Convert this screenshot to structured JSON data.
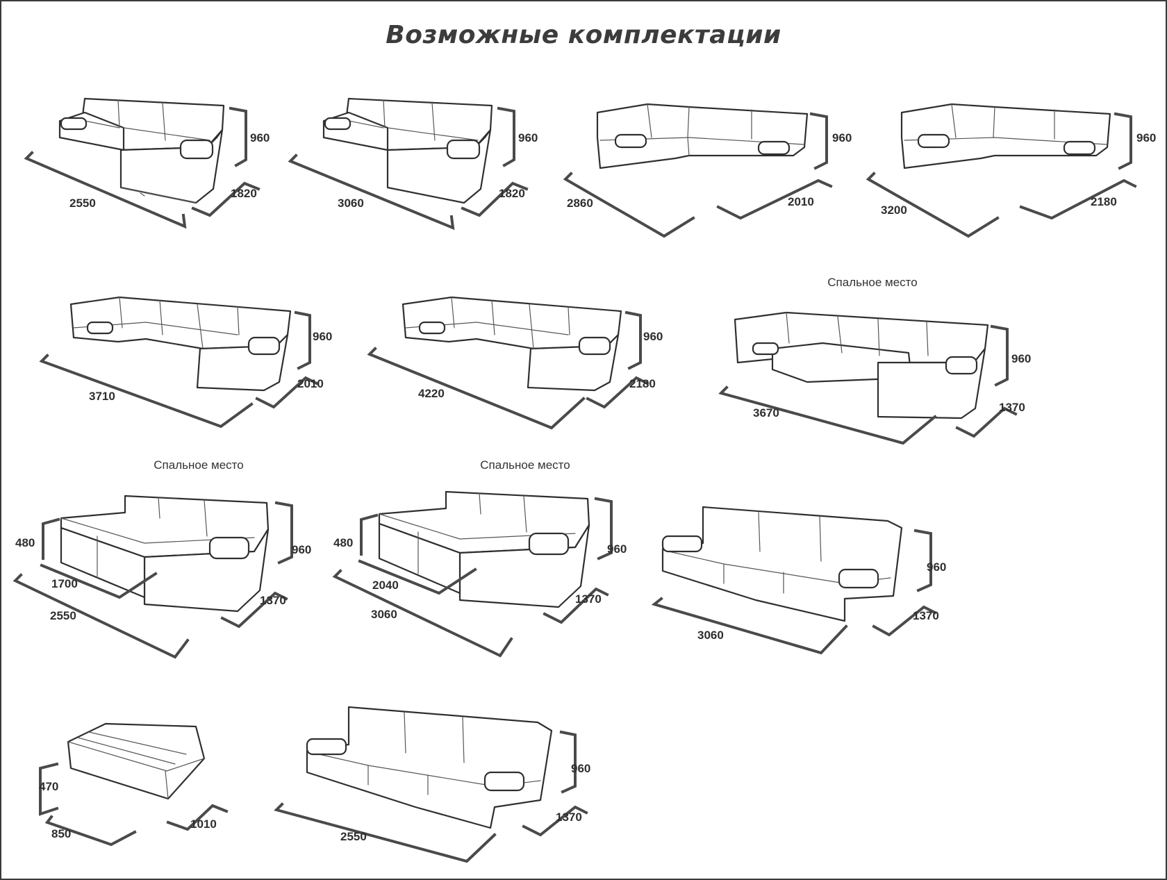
{
  "title": "Возможные комплектации",
  "sleep_label": "Спальное место",
  "configs": [
    {
      "id": "c1",
      "dims": [
        "960",
        "1820",
        "2550"
      ]
    },
    {
      "id": "c2",
      "dims": [
        "960",
        "1820",
        "3060"
      ]
    },
    {
      "id": "c3",
      "dims": [
        "960",
        "2010",
        "2860"
      ]
    },
    {
      "id": "c4",
      "dims": [
        "960",
        "2180",
        "3200"
      ]
    },
    {
      "id": "c5",
      "dims": [
        "960",
        "2010",
        "3710"
      ]
    },
    {
      "id": "c6",
      "dims": [
        "960",
        "2180",
        "4220"
      ]
    },
    {
      "id": "c7",
      "dims": [
        "960",
        "1370",
        "3670"
      ],
      "sleep": true
    },
    {
      "id": "c8",
      "dims": [
        "480",
        "960",
        "1700",
        "1370",
        "2550"
      ],
      "sleep": true
    },
    {
      "id": "c9",
      "dims": [
        "480",
        "960",
        "2040",
        "1370",
        "3060"
      ],
      "sleep": true
    },
    {
      "id": "c10",
      "dims": [
        "960",
        "1370",
        "3060"
      ]
    },
    {
      "id": "c11",
      "dims": [
        "470",
        "850",
        "1010"
      ]
    },
    {
      "id": "c12",
      "dims": [
        "960",
        "1370",
        "2550"
      ]
    }
  ]
}
